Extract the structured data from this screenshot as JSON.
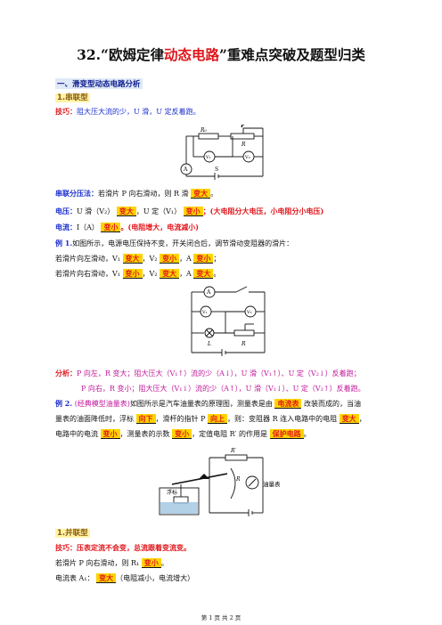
{
  "title": {
    "number": "32.",
    "pre": "“欧姆定律",
    "red": "动态电路",
    "post": "”重难点突破及题型归类"
  },
  "section1": "一、滑变型动态电路分析",
  "series": {
    "heading": "1.串联型",
    "tip_label": "技巧：",
    "tip_text": "阻大压大流的少，U 滑，U 定反着跑。",
    "method_label": "串联分压法：",
    "method_text": "若滑片 P 向右滑动，则 R 滑",
    "method_ans": "变大",
    "voltage_label": "电压：",
    "voltage_a": "U 滑（V₂）",
    "voltage_a_ans": "变大",
    "voltage_b": "，U 定（V₁）",
    "voltage_b_ans": "变小",
    "voltage_note": "；(大电阻分大电压，小电阻分小电压)",
    "current_label": "电流：",
    "current_a": "I（A）",
    "current_a_ans": "变小",
    "current_note": "。(电阻增大，电流减小)"
  },
  "circuit1": {
    "r0": "R₀",
    "p": "P",
    "r": "R",
    "v1": "V₁",
    "v2": "V₂",
    "a": "A",
    "s": "S"
  },
  "ex1": {
    "label": "例 1.",
    "text": "如图所示，电源电压保持不变，开关闭合后，调节滑动变阻器的滑片：",
    "row1_pre": "若滑片向左滑动，V₁",
    "row1_a": "变大",
    "row1_mid": "，V₂",
    "row1_b": "变小",
    "row1_mid2": "，A",
    "row1_c": "变小",
    "row1_end": "；",
    "row2_pre": "若滑片向右滑动，V₁",
    "row2_a": "变小",
    "row2_mid": "，V₂",
    "row2_b": "变大",
    "row2_mid2": "，A",
    "row2_c": "变大",
    "row2_end": "。"
  },
  "circuit2": {
    "a": "A",
    "v1": "V₁",
    "v2": "V₂",
    "l": "L",
    "r": "R"
  },
  "analysis": {
    "label": "分析：",
    "row1": "P 向左，R 变大；阻大压大（V₁↑）流的少（A↓），U 滑（V₁↑）、U 定（V₂↓）反着跑；",
    "row2": "P 向右，R 变小；阻大压大（V₁↓）流的少（A↑），U 滑（V₁↓）、U 定（V₂↑）反着跑。"
  },
  "ex2": {
    "label": "例 2.",
    "tag": "(经典模型油量表)",
    "t1": "如图所示是汽车油量表的原理图，测量表是由",
    "a1": "电流表",
    "t2": "改装而成的，当油",
    "t3": "量表的油面降低时，浮标",
    "a2": "向下",
    "t4": "，滑杆的指针 P",
    "a3": "向上",
    "t5": "，则：变阻器 R 连入电路中的电阻",
    "a4": "变大",
    "t6": "，",
    "t7": "电路中的电流",
    "a5": "变小",
    "t8": "，测量表的示数",
    "a6": "变小",
    "t9": "，定值电阻 R′ 的作用是",
    "a7": "保护电路",
    "t10": "。"
  },
  "circuit3": {
    "r_prime": "R′",
    "r": "R",
    "float": "浮标",
    "meter": "油量表"
  },
  "parallel": {
    "heading": "1.并联型",
    "tip_label": "技巧：",
    "tip_text": "压表定流不会变，总流跟着变流变。",
    "row1_pre": "若滑片 P 向右滑动，则 R₁",
    "row1_ans": "变小",
    "row1_end": "。",
    "row2_pre": "电流表 A₁：",
    "row2_ans": "变大",
    "row2_note": "（电阻减小，电流增大）"
  },
  "footer": "第 1 页 共 2 页"
}
